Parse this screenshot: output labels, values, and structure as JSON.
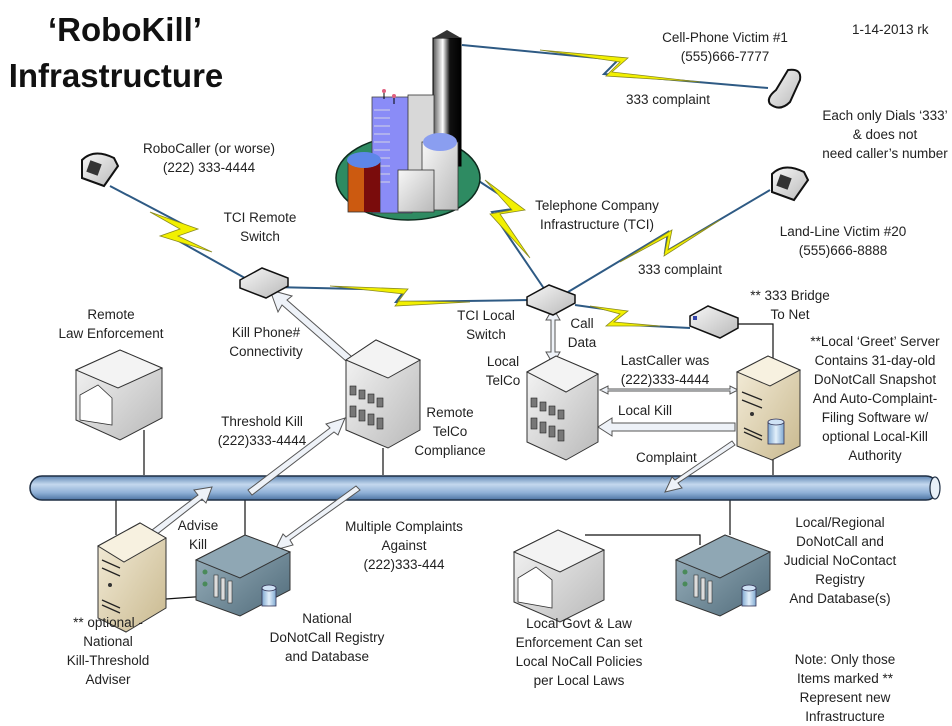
{
  "title": {
    "line1": "‘RoboKill’",
    "line2": "Infrastructure"
  },
  "date_stamp": "1-14-2013 rk",
  "colors": {
    "lightning": "#f2f000",
    "lightning_edge": "#8a8a20",
    "backbone": "#8fb3db",
    "backbone_dark": "#4a6f99",
    "ground": "#2e8b62",
    "server_beige": "#e8dcc0",
    "rack_steel": "#6d8796",
    "db_blue": "#a8c8e8"
  },
  "nodes": {
    "robocaller": {
      "icon": "desk-phone-icon",
      "label": "RoboCaller (or worse)\n(222) 333-4444"
    },
    "cell_victim": {
      "icon": "cell-phone-icon",
      "label": "Cell-Phone Victim #1\n(555)666-7777"
    },
    "landline_victim": {
      "icon": "desk-phone-icon",
      "label": "Land-Line Victim #20\n(555)666-8888"
    },
    "victim_note": "Each only Dials ‘333’\n& does not\nneed caller’s number",
    "tci_city": {
      "icon": "city-icon",
      "label": "Telephone Company\nInfrastructure (TCI)"
    },
    "tci_remote_switch": {
      "icon": "switch-icon",
      "label": "TCI Remote\nSwitch"
    },
    "tci_local_switch": {
      "icon": "switch-icon",
      "label": "TCI Local\nSwitch"
    },
    "bridge": {
      "icon": "bridge-device-icon",
      "label": "** 333 Bridge\nTo Net"
    },
    "remote_law": {
      "icon": "government-building-icon",
      "label": "Remote\nLaw Enforcement"
    },
    "remote_telco": {
      "icon": "office-building-icon",
      "label": "Remote\nTelCo\nCompliance"
    },
    "local_telco": {
      "icon": "office-building-icon",
      "label": "Local\nTelCo"
    },
    "greet_server": {
      "icon": "tower-server-icon",
      "label": "**Local ‘Greet’ Server\nContains 31-day-old\nDoNotCall Snapshot\nAnd Auto-Complaint-\nFiling Software w/\noptional Local-Kill\nAuthority"
    },
    "adviser": {
      "icon": "tower-server-icon",
      "label": "** optional -\nNational\nKill-Threshold\nAdviser"
    },
    "national_dnc": {
      "icon": "rack-server-database-icon",
      "label": "National\nDoNotCall Registry\nand Database"
    },
    "local_govt": {
      "icon": "government-building-icon",
      "label": "Local Govt & Law\nEnforcement Can set\nLocal NoCall Policies\nper Local Laws"
    },
    "regional_dnc": {
      "icon": "rack-server-database-icon",
      "label": "Local/Regional\nDoNotCall and\nJudicial NoContact\nRegistry\nAnd Database(s)"
    }
  },
  "links": {
    "complaint_cell": "333 complaint",
    "complaint_landline": "333 complaint",
    "kill_connectivity": "Kill Phone#\nConnectivity",
    "call_data": "Call\nData",
    "last_caller": "LastCaller was\n(222)333-4444",
    "local_kill": "Local Kill",
    "complaint": "Complaint",
    "threshold_kill": "Threshold Kill\n(222)333-4444",
    "advise_kill": "Advise\nKill",
    "multiple_complaints": "Multiple Complaints\nAgainst\n(222)333-444"
  },
  "note": "Note: Only those\nItems marked **\nRepresent new\nInfrastructure"
}
